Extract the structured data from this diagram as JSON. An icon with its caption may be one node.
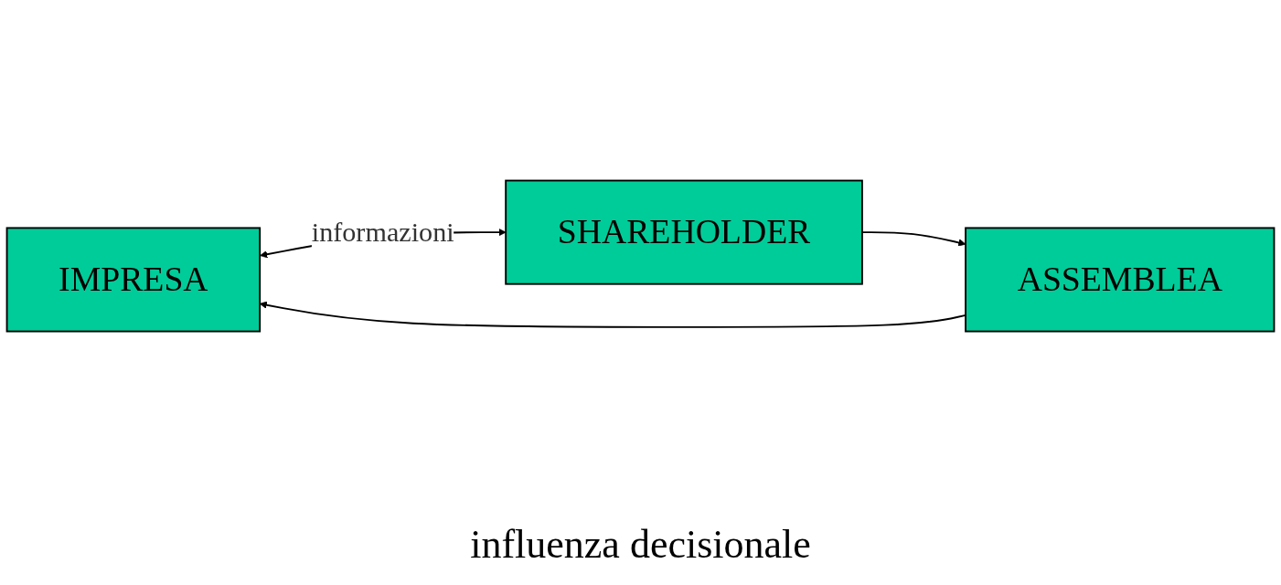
{
  "diagram": {
    "nodes": [
      {
        "text": [
          "IMPRESA"
        ]
      },
      {
        "text": [
          "SHAREHOLDER"
        ]
      },
      {
        "text": [
          "ASSEMBLEA"
        ]
      }
    ],
    "edges": [
      {
        "from": 0,
        "to": 1,
        "arrow": "both",
        "label": "informazioni"
      },
      {
        "from": 1,
        "to": 2,
        "arrow": "to"
      },
      {
        "from": 2,
        "to": 0,
        "arrow": "to"
      }
    ],
    "labels": [
      "influenza decisionale"
    ]
  }
}
